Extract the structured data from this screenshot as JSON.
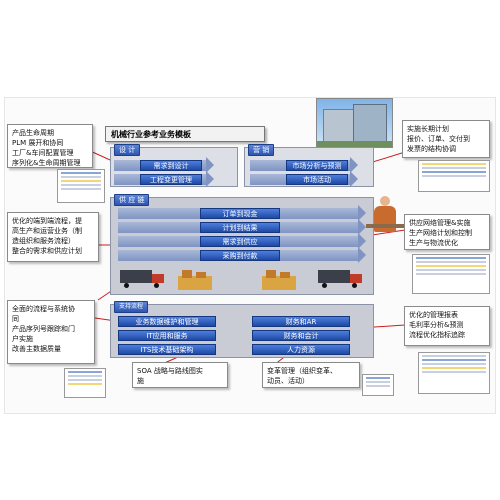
{
  "header_title": "机械行业参考业务模板",
  "sections": {
    "design": {
      "tag": "设 计",
      "bars": [
        "需求到设计",
        "工程变更管理"
      ]
    },
    "marketing": {
      "tag": "营 销",
      "bars": [
        "市场分析与预测",
        "市场活动"
      ]
    },
    "supply": {
      "tag": "供 应 链",
      "bars": [
        "订单到现金",
        "计划到结果",
        "需求到供应",
        "采购到付款"
      ]
    },
    "support": {
      "tag": "支持流程",
      "left_bars": [
        "业务数据维护和管理",
        "IT应用和服务",
        "ITS技术基础架构"
      ],
      "right_bars": [
        "财务和AR",
        "财务和会计",
        "人力资源"
      ]
    }
  },
  "callouts": {
    "top_left": [
      "产品生命周期",
      "PLM 展开和协同",
      "工厂&车间配置管理",
      "序列化&生命周期管理"
    ],
    "mid_left": [
      "优化的端到端流程，提",
      "高生产和运营业务（制",
      "造组织和服务流程）",
      "整合的需求和供应计划"
    ],
    "bottom_left": [
      "全面的流程与系统协",
      "同",
      "产品序列号跟踪和门",
      "户实施",
      "改善主数据质量"
    ],
    "top_right": [
      "实施长期计划",
      "报价、订单、交付到",
      "发票的结构协调"
    ],
    "mid_right": [
      "供应网络管理&实施",
      "生产网络计划和控制",
      "生产与物流优化"
    ],
    "bottom_right": [
      "优化的管理报表",
      "毛利率分析&预测",
      "流程优化指标追踪"
    ],
    "bottom_center_left": [
      "SOA 战略与路线图实",
      "施"
    ],
    "bottom_center_right": [
      "变革管理（组织变革、",
      "动员、活动）"
    ]
  }
}
